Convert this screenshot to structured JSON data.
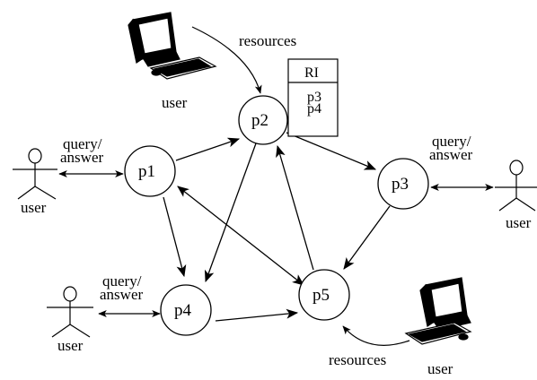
{
  "nodes": [
    {
      "id": "p1",
      "label": "p1"
    },
    {
      "id": "p2",
      "label": "p2"
    },
    {
      "id": "p3",
      "label": "p3"
    },
    {
      "id": "p4",
      "label": "p4"
    },
    {
      "id": "p5",
      "label": "p5"
    }
  ],
  "edges": [
    {
      "from": "p1",
      "to": "p2",
      "kind": "directed"
    },
    {
      "from": "p2",
      "to": "p3",
      "kind": "directed"
    },
    {
      "from": "p1",
      "to": "p4",
      "kind": "directed"
    },
    {
      "from": "p2",
      "to": "p4",
      "kind": "directed"
    },
    {
      "from": "p1",
      "to": "p5",
      "kind": "bidirectional"
    },
    {
      "from": "p5",
      "to": "p2",
      "kind": "directed"
    },
    {
      "from": "p3",
      "to": "p5",
      "kind": "directed"
    },
    {
      "from": "p4",
      "to": "p5",
      "kind": "directed"
    }
  ],
  "users": {
    "left_p1": {
      "label": "user",
      "link": "query/\nanswer"
    },
    "left_p4": {
      "label": "user",
      "link": "query/\nanswer"
    },
    "right_p3": {
      "label": "user",
      "link": "query/\nanswer"
    }
  },
  "link_labels": {
    "query_line1": "query/",
    "query_line2": "answer"
  },
  "computers": {
    "top": {
      "label": "user",
      "resources": "resources"
    },
    "bottom": {
      "label": "user",
      "resources": "resources"
    }
  },
  "ri_table": {
    "header": "RI",
    "rows": [
      "p3",
      "p4"
    ]
  },
  "colors": {
    "stroke": "#000000",
    "background": "#ffffff"
  },
  "icons": [
    "stick-figure-user-icon",
    "desktop-computer-icon"
  ]
}
